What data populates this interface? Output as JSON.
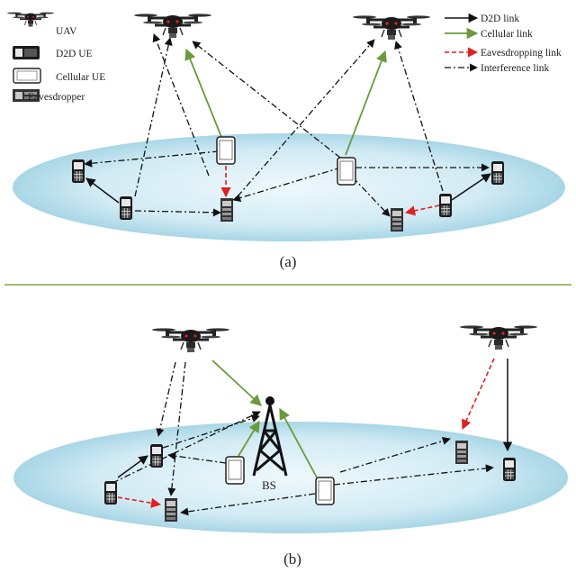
{
  "legend_devices": {
    "uav": "UAV",
    "d2d_ue": "D2D UE",
    "cellular_ue": "Cellular UE",
    "eavesdropper": "Eavesdropper"
  },
  "legend_links": {
    "d2d": "D2D link",
    "cellular": "Cellular link",
    "eavesdropping": "Eavesdropping link",
    "interference": "Interference link"
  },
  "captions": {
    "a": "(a)",
    "b": "(b)"
  },
  "bs_label": "BS",
  "colors": {
    "d2d": "#111111",
    "cellular": "#6a9a3c",
    "eavesdropping": "#e02020",
    "interference": "#111111",
    "ellipse_center": "#e8f6fb",
    "ellipse_edge": "#9fd0e2",
    "divider": "#7fa64a"
  }
}
